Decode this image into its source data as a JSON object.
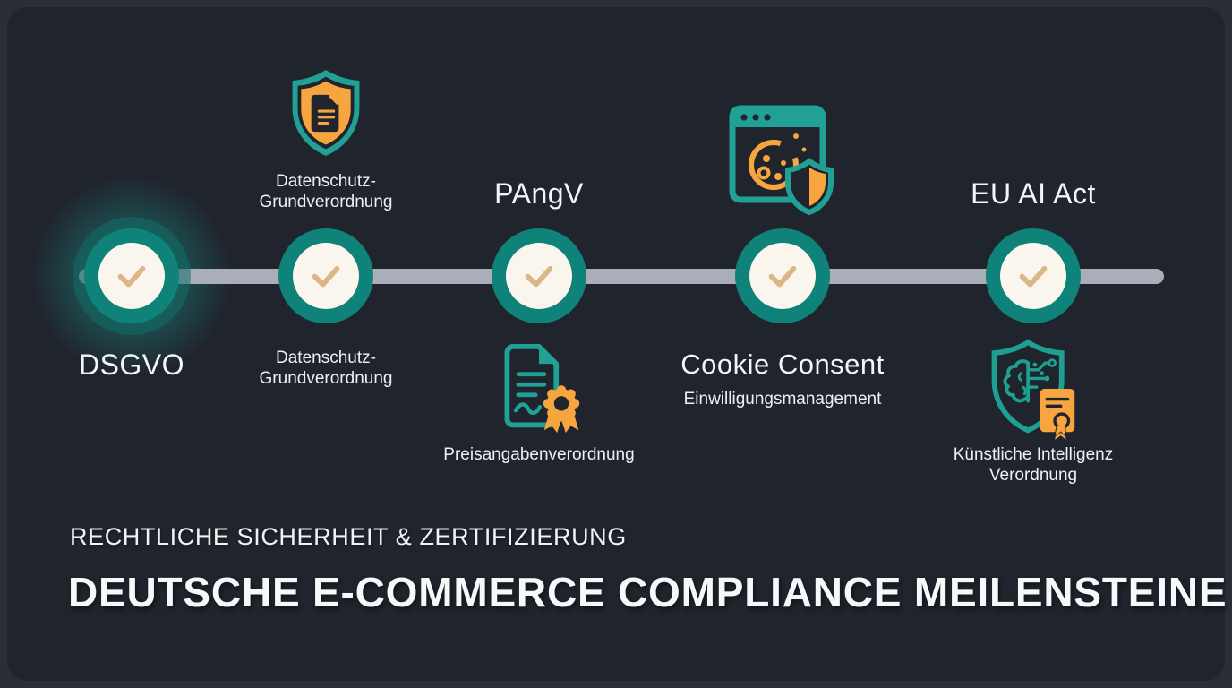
{
  "colors": {
    "background_outer": "#2a2e37",
    "background_card": "#20242d",
    "teal_node": "#0f837a",
    "teal_icon": "#21a096",
    "orange": "#f6a53f",
    "cream": "#faf6ee",
    "check_tan": "#dcb687",
    "timeline_gray": "#a9aeb9",
    "text_white": "#f3f5f6"
  },
  "timeline": {
    "milestones": [
      {
        "id": "dsgvo",
        "title_below": "DSGVO"
      },
      {
        "id": "datenschutz-grundverordnung",
        "icon_above": "shield-document-icon",
        "label_above": [
          "Datenschutz-",
          "Grundverordnung"
        ],
        "label_below": [
          "Datenschutz-",
          "Grundverordnung"
        ]
      },
      {
        "id": "pangv",
        "title_above": "PAngV",
        "icon_below": "certificate-document-icon",
        "label_below": "Preisangabenverordnung"
      },
      {
        "id": "cookie-consent",
        "icon_above": "cookie-browser-shield-icon",
        "title_below": "Cookie Consent",
        "subtitle_below": "Einwilligungsmanagement"
      },
      {
        "id": "eu-ai-act",
        "title_above": "EU AI Act",
        "icon_below": "ai-brain-shield-icon",
        "label_below": [
          "Künstliche Intelligenz",
          "Verordnung"
        ]
      }
    ]
  },
  "footer": {
    "eyebrow": "RECHTLICHE SICHERHEIT & ZERTIFIZIERUNG",
    "title": "DEUTSCHE E-COMMERCE COMPLIANCE MEILENSTEINE"
  }
}
